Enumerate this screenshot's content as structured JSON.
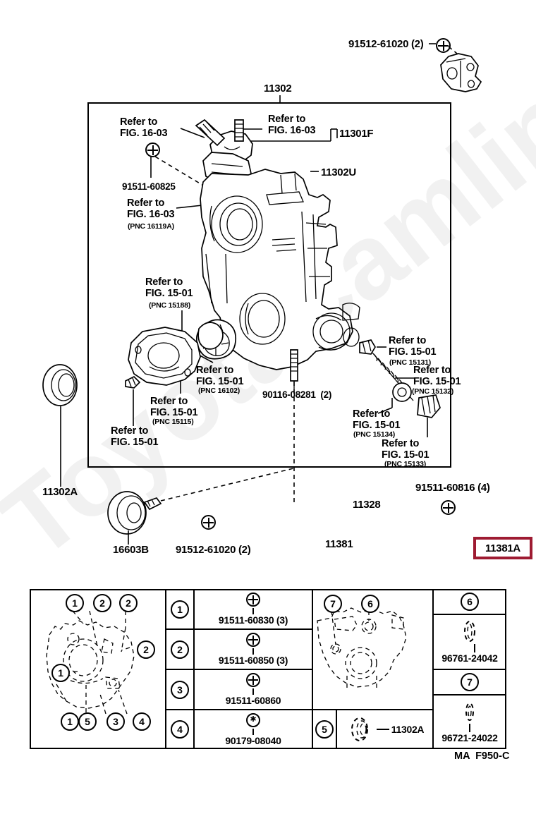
{
  "diagram": {
    "caption": "MA  F950-C",
    "top_callout": {
      "part_number": "91512-61020 (2)"
    },
    "main_frame_label": "11302",
    "labels": {
      "refer_16_03_a": "Refer to\nFIG. 16-03",
      "refer_16_03_b": "Refer to\nFIG. 16-03",
      "part_11301F": "11301F",
      "part_11302U": "11302U",
      "bolt_91511_60825": "91511-60825",
      "refer_16_03_c": "Refer to\nFIG. 16-03",
      "pnc_16119A": "(PNC 16119A)",
      "refer_15_01_a": "Refer to\nFIG. 15-01",
      "pnc_15188": "(PNC 15188)",
      "refer_15_01_b": "Refer to\nFIG. 15-01",
      "pnc_16102": "(PNC 16102)",
      "refer_15_01_c": "Refer to\nFIG. 15-01",
      "pnc_15115": "(PNC 15115)",
      "refer_15_01_d": "Refer to\nFIG. 15-01",
      "bolt_90116_08281": "90116-08281  (2)",
      "refer_15_01_e": "Refer to\nFIG. 15-01",
      "pnc_15131": "(PNC 15131)",
      "refer_15_01_f": "Refer to\nFIG. 15-01",
      "pnc_15132": "(PNC 15132)",
      "refer_15_01_g": "Refer to\nFIG. 15-01",
      "pnc_15134": "(PNC 15134)",
      "refer_15_01_h": "Refer to\nFIG. 15-01",
      "pnc_15133": "(PNC 15133)"
    },
    "bottom_labels": {
      "part_11302A": "11302A",
      "part_16603B": "16603B",
      "bolt_91512_61020": "91512-61020 (2)",
      "part_11328": "11328",
      "part_11381": "11381",
      "bolt_91511_60816": "91511-60816 (4)",
      "highlight_part": "11381A"
    },
    "highlight_color": "#9e1b32"
  },
  "legend": {
    "diagram_callouts_left": [
      "1",
      "2",
      "2",
      "2",
      "1",
      "1",
      "5",
      "3",
      "4"
    ],
    "diagram_callouts_right": [
      "7",
      "6"
    ],
    "rows": [
      {
        "index": "1",
        "part_number": "91511-60830 (3)",
        "icon": "bolt-b-icon"
      },
      {
        "index": "2",
        "part_number": "91511-60850 (3)",
        "icon": "bolt-b-icon"
      },
      {
        "index": "3",
        "part_number": "91511-60860",
        "icon": "bolt-b-icon"
      },
      {
        "index": "4",
        "part_number": "90179-08040",
        "icon": "washer-star-icon"
      }
    ],
    "cell_5": {
      "index": "5",
      "part_number": "11302A",
      "icon": "seal-ring-icon"
    },
    "right_rows": [
      {
        "index": "6",
        "part_number": "96761-24042",
        "icon": "o-ring-icon"
      },
      {
        "index": "7",
        "part_number": "96721-24022",
        "icon": "o-ring-icon"
      }
    ]
  },
  "watermark": {
    "text": "ToyotaCamline.ru"
  }
}
